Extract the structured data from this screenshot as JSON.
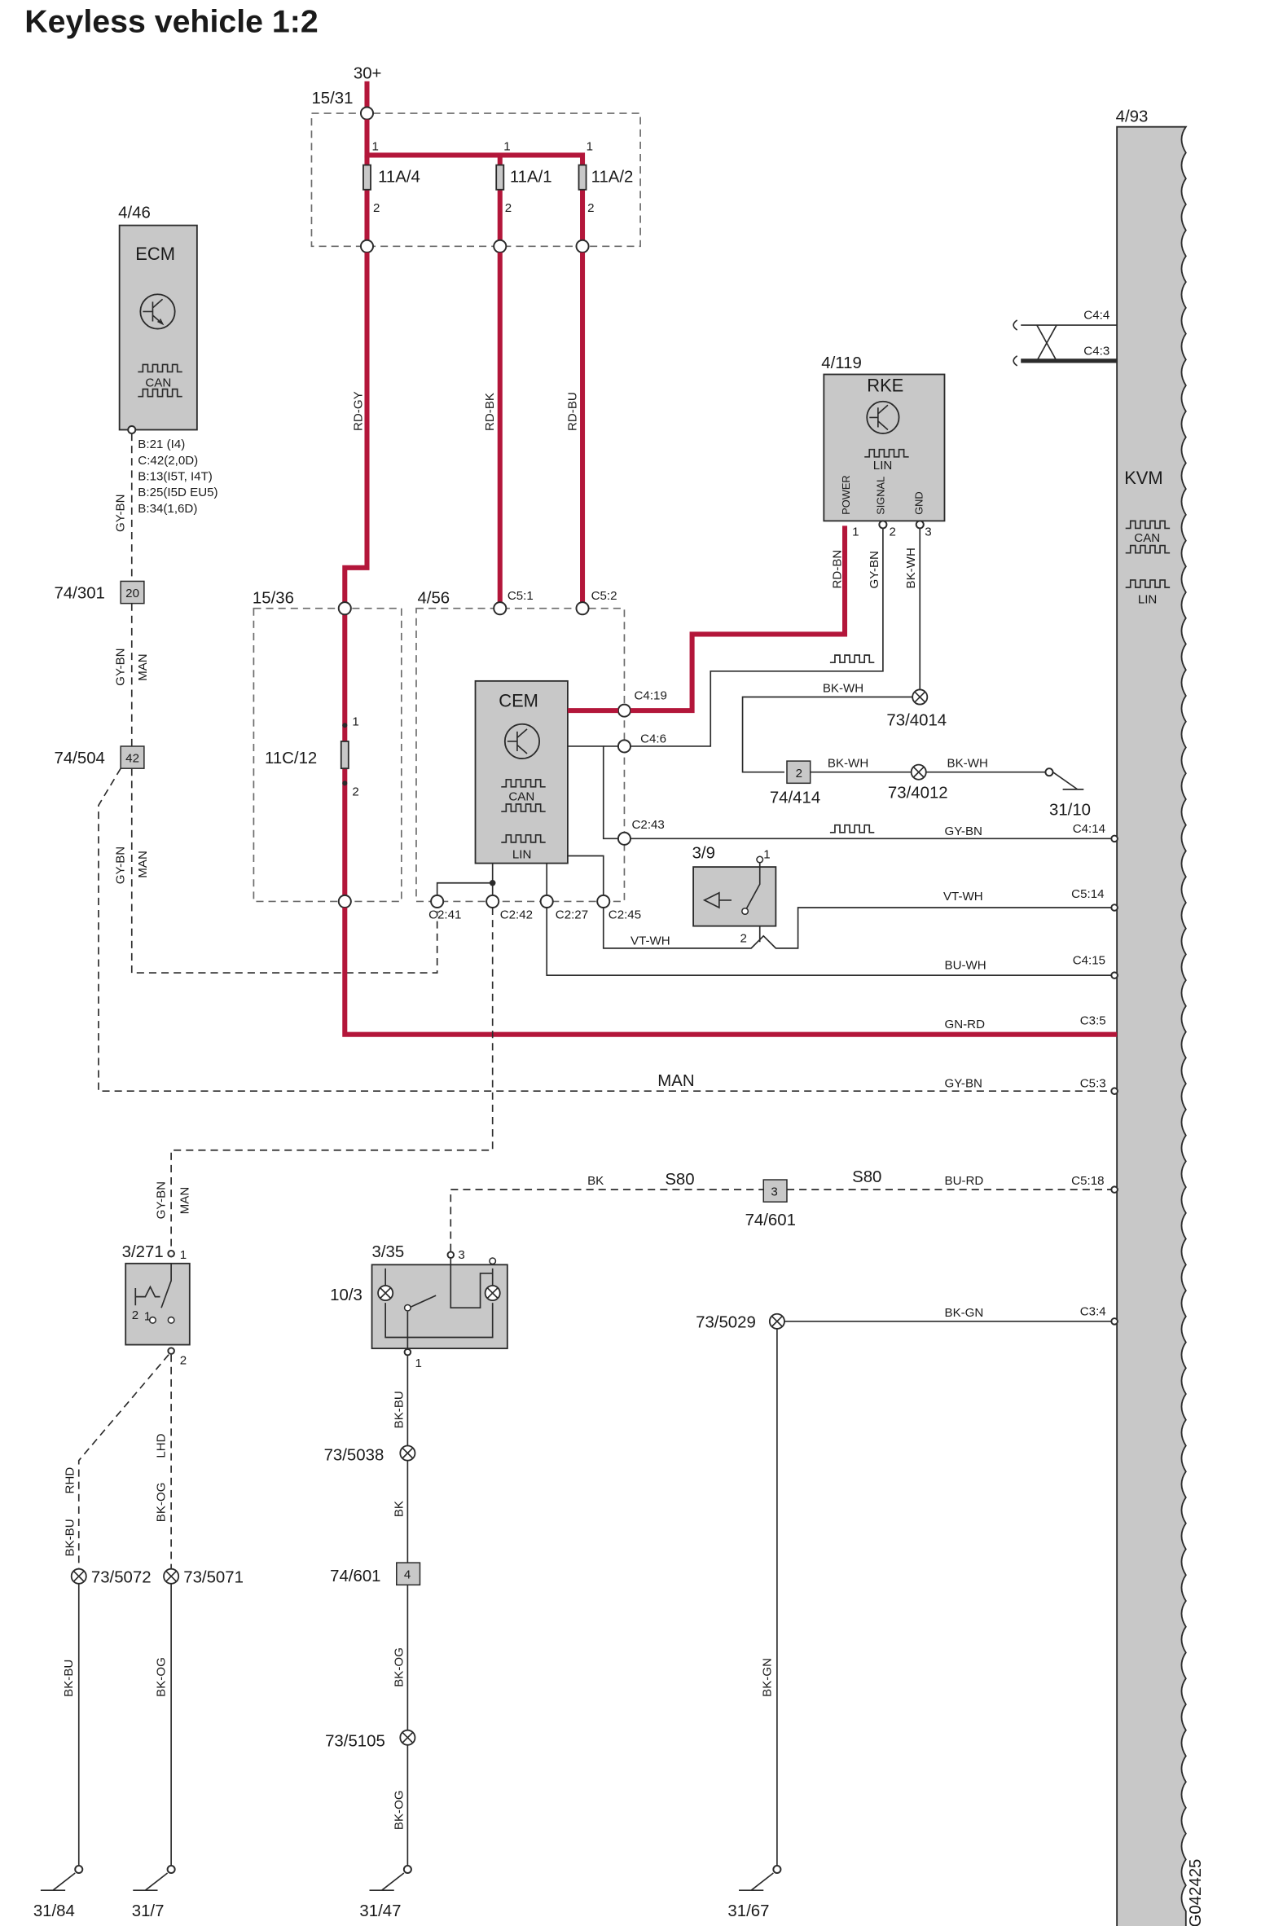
{
  "title": "Keyless vehicle 1:2",
  "figure_code": "G042425",
  "power": {
    "supply": "30+",
    "fusebox": "15/31",
    "fuses": [
      "11A/4",
      "11A/1",
      "11A/2"
    ],
    "pin1": "1",
    "pin2": "2"
  },
  "ecm": {
    "ref": "4/46",
    "name": "ECM",
    "can": "CAN",
    "variants": [
      "B:21 (I4)",
      "C:42(2,0D)",
      "B:13(I5T, I4T)",
      "B:25(I5D EU5)",
      "B:34(1,6D)"
    ]
  },
  "rke": {
    "ref": "4/119",
    "name": "RKE",
    "lin": "LIN",
    "pins": [
      {
        "name": "POWER",
        "num": "1"
      },
      {
        "name": "SIGNAL",
        "num": "2"
      },
      {
        "name": "GND",
        "num": "3"
      }
    ]
  },
  "cem": {
    "ref": "4/56",
    "name": "CEM",
    "can": "CAN",
    "lin": "LIN",
    "connectors": [
      "C5:1",
      "C5:2",
      "C4:19",
      "C4:6",
      "C2:43",
      "C2:41",
      "C2:42",
      "C2:27",
      "C2:45"
    ]
  },
  "fuse_block": {
    "ref": "15/36",
    "fuse": "11C/12"
  },
  "kvm": {
    "ref": "4/93",
    "name": "KVM",
    "can": "CAN",
    "lin": "LIN",
    "connectors": [
      "C4:4",
      "C4:3",
      "C4:14",
      "C5:14",
      "C4:15",
      "C3:5",
      "C5:3",
      "C5:18",
      "C3:4"
    ]
  },
  "switches": {
    "sw1": "3/9",
    "sw2": "3/271",
    "sw3": "3/35",
    "lamp": "10/3"
  },
  "splices": [
    "73/4014",
    "73/4012",
    "73/5029",
    "73/5038",
    "73/5105",
    "73/5072",
    "73/5071"
  ],
  "connectors": [
    {
      "ref": "74/301",
      "pin": "20"
    },
    {
      "ref": "74/504",
      "pin": "42"
    },
    {
      "ref": "74/414",
      "pin": "2"
    },
    {
      "ref": "74/601",
      "pin": "3"
    },
    {
      "ref": "74/601",
      "pin": "4"
    }
  ],
  "grounds": [
    "31/10",
    "31/84",
    "31/7",
    "31/47",
    "31/67"
  ],
  "wire_colors": {
    "rd_gy": "RD-GY",
    "rd_bk": "RD-BK",
    "rd_bu": "RD-BU",
    "rd_bn": "RD-BN",
    "gy_bn": "GY-BN",
    "bk_wh": "BK-WH",
    "vt_wh": "VT-WH",
    "bu_wh": "BU-WH",
    "gn_rd": "GN-RD",
    "bk": "BK",
    "bu_rd": "BU-RD",
    "bk_gn": "BK-GN",
    "bk_bu": "BK-BU",
    "bk_og": "BK-OG"
  },
  "variants": {
    "man": "MAN",
    "s80": "S80",
    "rhd": "RHD",
    "lhd": "LHD"
  },
  "pins": {
    "p1": "1",
    "p2": "2",
    "p3": "3"
  },
  "colors": {
    "power_wire": "#b3163a",
    "module_fill": "#c8c8c8",
    "wire": "#2b2b2b"
  }
}
